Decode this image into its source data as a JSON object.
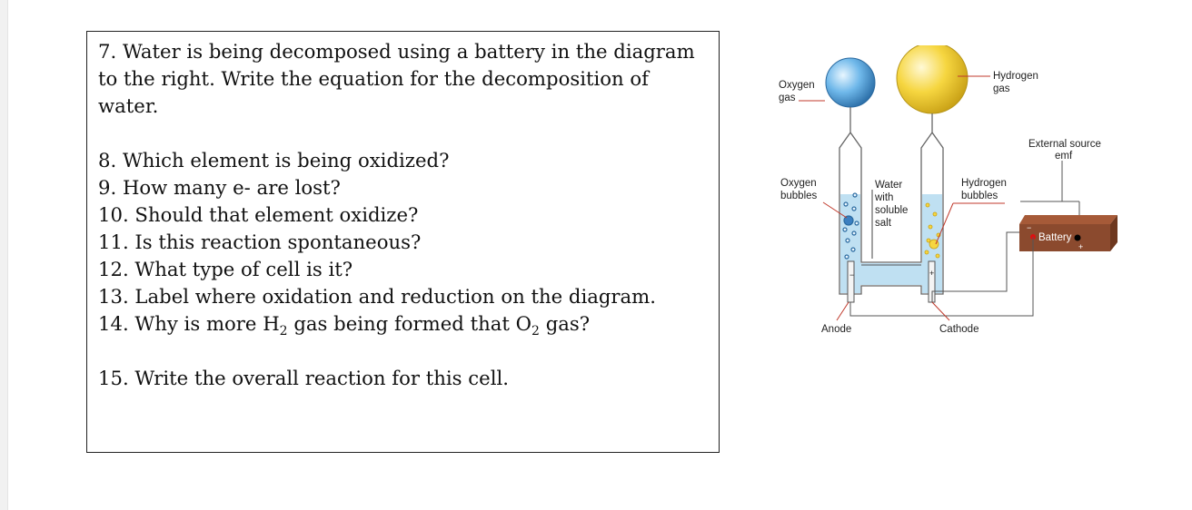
{
  "questions": {
    "q7": "7. Water is being decomposed using a battery in the diagram to the right. Write the equation for the decomposition of water.",
    "q8": "8. Which element is being oxidized?",
    "q9": "9. How many e- are lost?",
    "q10": "10. Should that element oxidize?",
    "q11": "11. Is this reaction spontaneous?",
    "q12": "12. What type of cell is it?",
    "q13": "13. Label where oxidation and reduction on the diagram.",
    "q14": {
      "before": "14. Why is more H",
      "sub1": "2",
      "middle": " gas being formed that O",
      "sub2": "2",
      "after": " gas?"
    },
    "q15": "15. Write the overall reaction for this cell."
  },
  "diagram": {
    "labels": {
      "oxygen_gas_1": "Oxygen",
      "oxygen_gas_2": "gas",
      "hydrogen_gas_1": "Hydrogen",
      "hydrogen_gas_2": "gas",
      "external_1": "External source",
      "external_2": "emf",
      "oxygen_bubbles_1": "Oxygen",
      "oxygen_bubbles_2": "bubbles",
      "water_1": "Water",
      "water_2": "with",
      "water_3": "soluble",
      "water_4": "salt",
      "hydrogen_bubbles_1": "Hydrogen",
      "hydrogen_bubbles_2": "bubbles",
      "battery": "Battery",
      "anode": "Anode",
      "cathode": "Cathode",
      "minus": "−",
      "plus": "+"
    },
    "colors": {
      "oxygen_sphere": "#5aa6e0",
      "hydrogen_sphere": "#f3d02f",
      "water": "#bfe0f2",
      "battery": "#8b4a2e",
      "pointer": "#c0392b"
    }
  }
}
